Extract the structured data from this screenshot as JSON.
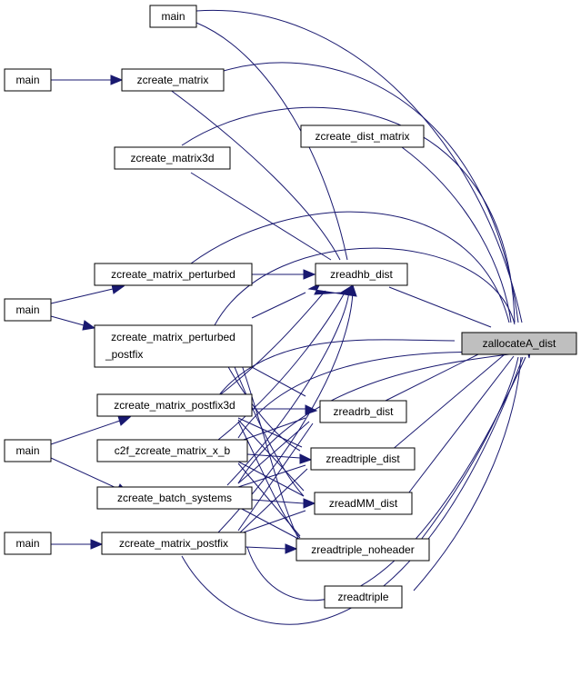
{
  "graph": {
    "edge_color": "#191970",
    "root_fill": "#bfbfbf",
    "nodes": {
      "main_a": "main",
      "main_b": "main",
      "main_c": "main",
      "main_d": "main",
      "main_e": "main",
      "zcreate_matrix": "zcreate_matrix",
      "zcreate_matrix3d": "zcreate_matrix3d",
      "zcreate_dist_matrix": "zcreate_dist_matrix",
      "zcreate_matrix_perturbed": "zcreate_matrix_perturbed",
      "zcreate_matrix_perturbed_postfix_l1": "zcreate_matrix_perturbed",
      "zcreate_matrix_perturbed_postfix_l2": "_postfix",
      "zcreate_matrix_postfix3d": "zcreate_matrix_postfix3d",
      "c2f_zcreate_matrix_x_b": "c2f_zcreate_matrix_x_b",
      "zcreate_batch_systems": "zcreate_batch_systems",
      "zcreate_matrix_postfix": "zcreate_matrix_postfix",
      "zreadhb_dist": "zreadhb_dist",
      "zreadrb_dist": "zreadrb_dist",
      "zreadtriple_dist": "zreadtriple_dist",
      "zreadMM_dist": "zreadMM_dist",
      "zreadtriple_noheader": "zreadtriple_noheader",
      "zreadtriple": "zreadtriple",
      "zallocateA_dist": "zallocateA_dist"
    }
  }
}
